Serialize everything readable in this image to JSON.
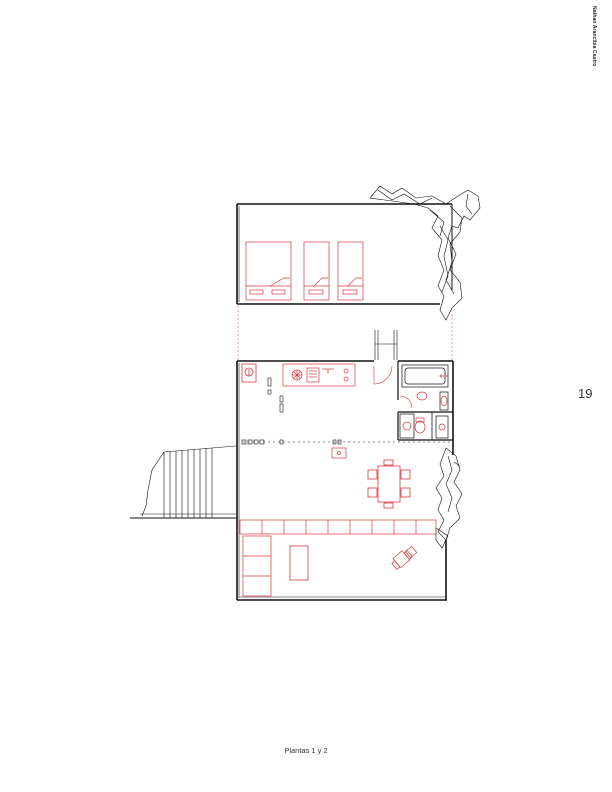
{
  "page": {
    "author": "Nathan Arancibia Castro",
    "page_number": "19",
    "caption": "Plantas 1 y 2"
  },
  "colors": {
    "wall": "#111111",
    "furniture": "#d63a3a",
    "guide": "#e07070",
    "background": "#ffffff"
  },
  "icons": {
    "bed": "bed-icon",
    "fireplace": "fireplace-icon",
    "stove": "stove-icon",
    "sink": "sink-icon",
    "bathtub": "bathtub-icon",
    "toilet": "toilet-icon",
    "dining_table": "dining-table-icon",
    "sofa": "sofa-icon",
    "stairs": "stairs-icon",
    "deck": "deck-icon",
    "rock": "rock-icon"
  }
}
